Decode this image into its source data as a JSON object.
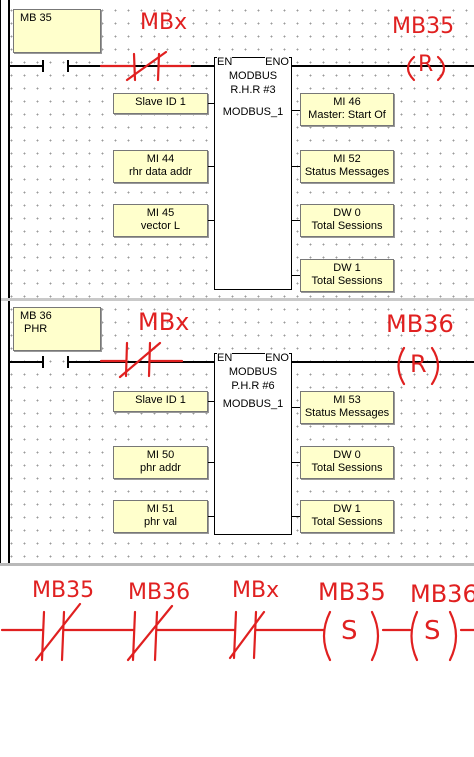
{
  "rung1": {
    "net_label": "MB 35",
    "block": {
      "en": "EN",
      "eno": "ENO",
      "title_line1": "MODBUS",
      "title_line2": "R.H.R #3",
      "title_line3": "MODBUS_1"
    },
    "inputs": [
      {
        "line1": "Slave ID 1",
        "line2": ""
      },
      {
        "line1": "MI 44",
        "line2": "rhr data addr"
      },
      {
        "line1": "MI 45",
        "line2": "vector L"
      }
    ],
    "outputs": [
      {
        "line1": "MI 46",
        "line2": "Master: Start Of"
      },
      {
        "line1": "MI 52",
        "line2": "Status Messages"
      },
      {
        "line1": "DW 0",
        "line2": "Total Sessions"
      },
      {
        "line1": "DW 1",
        "line2": "Total Sessions"
      }
    ],
    "ink_contact": "MBx",
    "ink_coil_name": "MB35",
    "ink_coil_type": "R"
  },
  "rung2": {
    "net_label_line1": "MB 36",
    "net_label_line2": "PHR",
    "block": {
      "en": "EN",
      "eno": "ENO",
      "title_line1": "MODBUS",
      "title_line2": "P.H.R #6",
      "title_line3": "MODBUS_1"
    },
    "inputs": [
      {
        "line1": "Slave ID 1",
        "line2": ""
      },
      {
        "line1": "MI 50",
        "line2": "phr addr"
      },
      {
        "line1": "MI 51",
        "line2": "phr val"
      }
    ],
    "outputs": [
      {
        "line1": "MI 53",
        "line2": "Status Messages"
      },
      {
        "line1": "DW 0",
        "line2": "Total Sessions"
      },
      {
        "line1": "DW 1",
        "line2": "Total Sessions"
      }
    ],
    "ink_contact": "MBx",
    "ink_coil_name": "MB36",
    "ink_coil_type": "R"
  },
  "sketch": {
    "labels": [
      "MB35",
      "MB36",
      "MBx",
      "MB35",
      "MB36"
    ],
    "coil1": "S",
    "coil2": "S"
  },
  "colors": {
    "ink": "#e02020",
    "label_fill": "#ffffcc",
    "grid_dot": "#9a9a9a"
  }
}
